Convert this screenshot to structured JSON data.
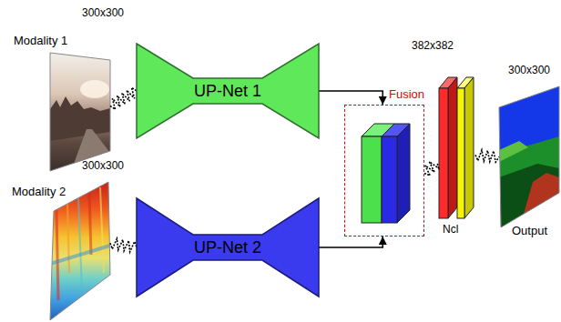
{
  "diagram": {
    "nodes": [
      {
        "text": [
          "Modality 1",
          "300x300"
        ]
      },
      {
        "text": [
          "UP-Net 1"
        ]
      },
      {
        "text": [
          "Modality 2",
          "300x300"
        ]
      },
      {
        "text": [
          "UP-Net 2"
        ]
      },
      {
        "text": [
          "Fusion"
        ]
      },
      {
        "text": [
          "382x382",
          "Ncl"
        ]
      },
      {
        "text": [
          "300x300",
          "Output"
        ]
      }
    ],
    "edges": [
      {
        "from": 0,
        "to": 1,
        "arrow": "none"
      },
      {
        "from": 2,
        "to": 3,
        "arrow": "none"
      },
      {
        "from": 1,
        "to": 4,
        "arrow": "to"
      },
      {
        "from": 3,
        "to": 4,
        "arrow": "to"
      },
      {
        "from": 4,
        "to": 5,
        "arrow": "none"
      },
      {
        "from": 5,
        "to": 6,
        "arrow": "none"
      }
    ]
  }
}
